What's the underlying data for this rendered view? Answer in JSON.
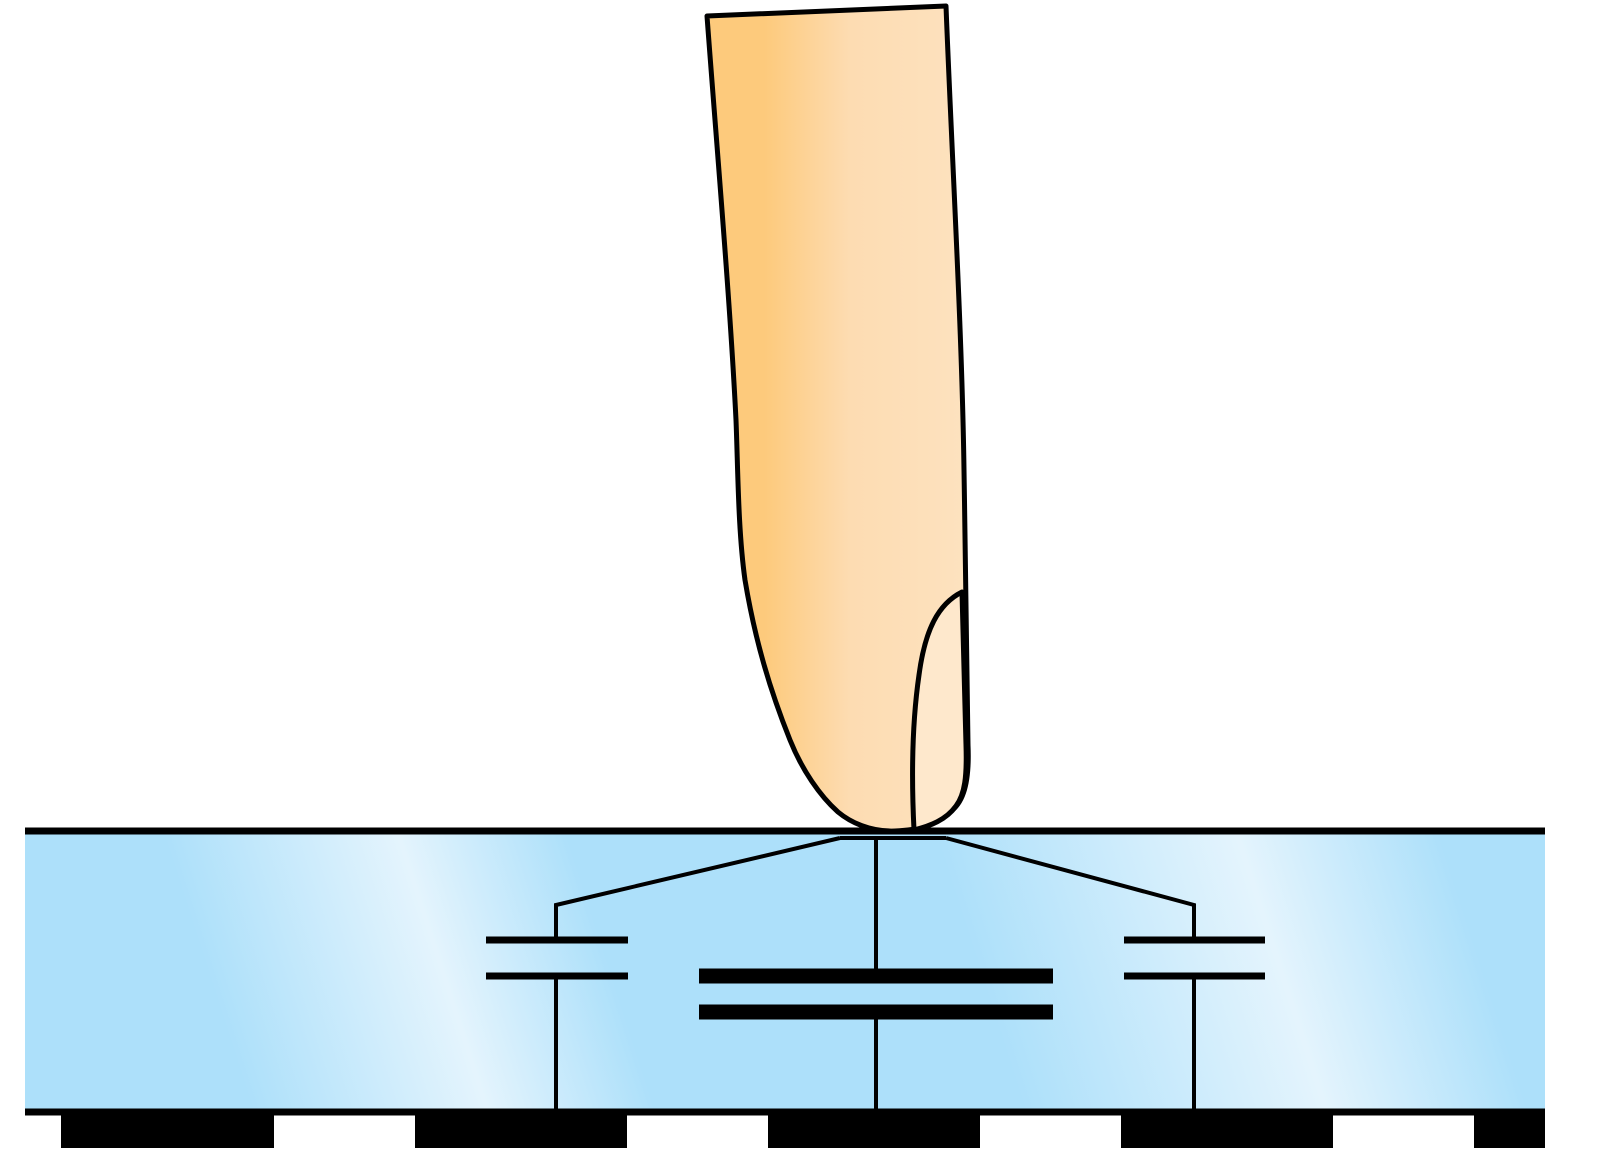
{
  "diagram": {
    "kind": "capacitive-touch-illustration",
    "elements": {
      "finger": "finger-illustration",
      "fingernail": "fingernail",
      "panel": "touch-panel-glass",
      "capacitors": [
        "capacitor-left",
        "capacitor-center",
        "capacitor-right"
      ],
      "electrodes": [
        "electrode-1",
        "electrode-2",
        "electrode-3",
        "electrode-4",
        "electrode-5"
      ]
    },
    "colors": {
      "outline": "#000000",
      "finger_dark": "#fdca7c",
      "finger_light": "#fde2bf",
      "nail": "#fee8cc",
      "glass_blue": "#ade0fa",
      "glass_highlight": "#e4f4fd",
      "background": "#ffffff"
    }
  }
}
